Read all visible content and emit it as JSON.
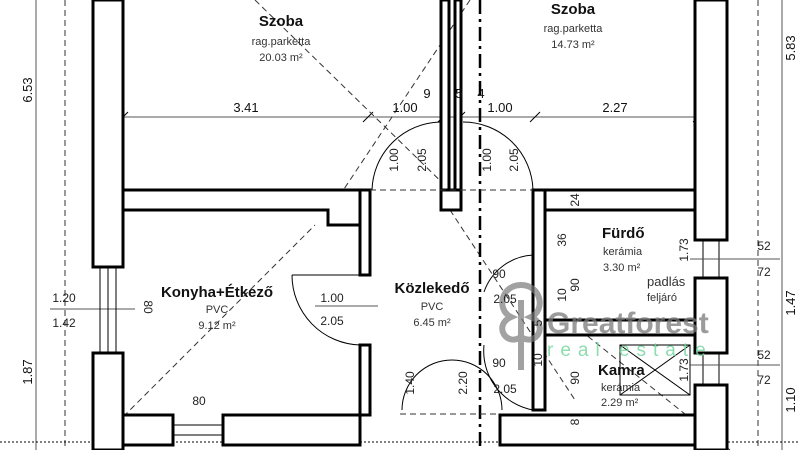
{
  "rooms": [
    {
      "name": "Szoba",
      "floor": "rag.parketta",
      "area": "20.03 m²"
    },
    {
      "name": "Szoba",
      "floor": "rag.parketta",
      "area": "14.73 m²"
    },
    {
      "name": "Konyha+Étkező",
      "floor": "PVC",
      "area": "9.12 m²"
    },
    {
      "name": "Közlekedő",
      "floor": "PVC",
      "area": "6.45 m²"
    },
    {
      "name": "Fürdő",
      "floor": "kerámia",
      "area": "3.30 m²"
    },
    {
      "name": "Kamra",
      "floor": "kerámia",
      "area": "2.29 m²"
    }
  ],
  "notes": {
    "attic_access": [
      "padlás",
      "feljáró"
    ]
  },
  "dimensions": {
    "left_height_top": "6.53",
    "left_height_bottom": "1.87",
    "right_height_top": "5.83",
    "right_height_mid": "1.47",
    "right_height_bottom": "1.10",
    "horizontal": [
      "3.41",
      "1.00",
      "9",
      "5",
      "4",
      "1.00",
      "2.27"
    ],
    "door_szoba_left": [
      "1.00",
      "2.05"
    ],
    "door_szoba_right": [
      "1.00",
      "2.05"
    ],
    "window_konyha": [
      "1.20",
      "1.42",
      "80"
    ],
    "door_konyha": [
      "1.00",
      "2.05"
    ],
    "window_konyha_bottom": "80",
    "entrance_door": [
      "1.40",
      "2.20"
    ],
    "door_furdo": [
      "90",
      "2.05"
    ],
    "door_kamra": [
      "90",
      "2.05"
    ],
    "wall_small": [
      "24",
      "36",
      "90",
      "10",
      "5",
      "10",
      "90",
      "8"
    ],
    "window_furdo": [
      "1.73",
      "52",
      "72"
    ],
    "window_kamra": [
      "1.73",
      "52",
      "72"
    ]
  },
  "watermark": {
    "brand": "Greatforest",
    "tagline": "real estate"
  }
}
